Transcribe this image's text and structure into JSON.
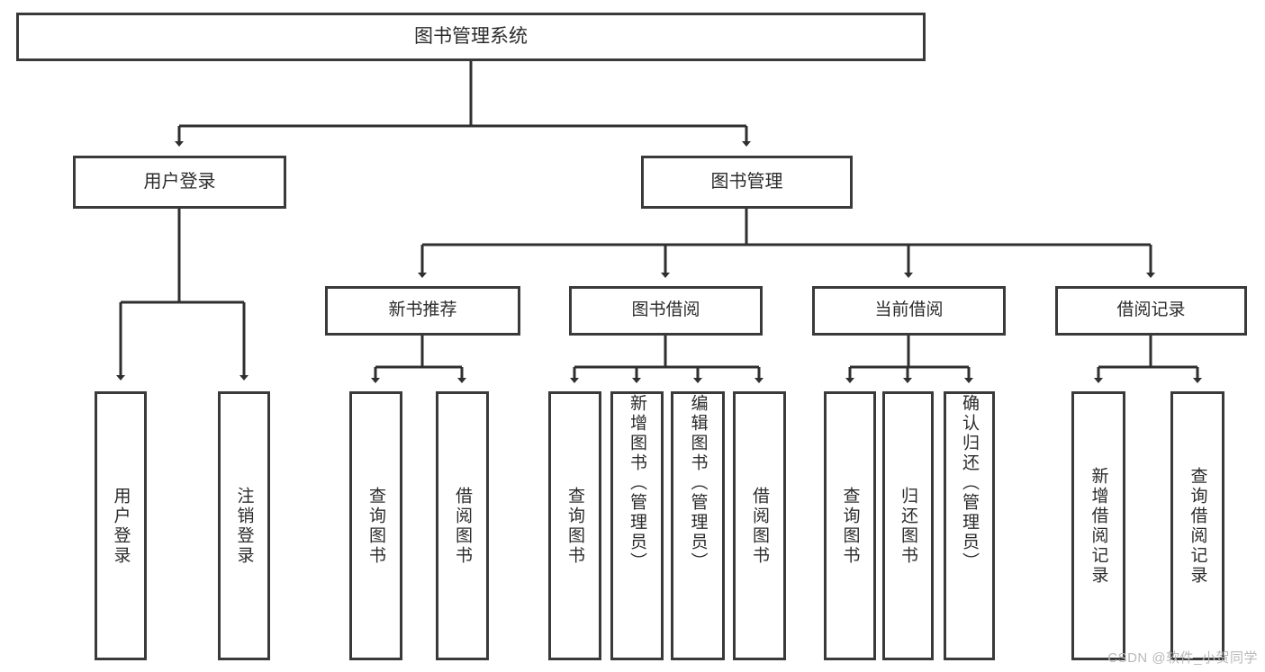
{
  "diagram": {
    "title": "图书管理系统",
    "type": "hierarchy-tree",
    "root": {
      "label": "图书管理系统"
    },
    "level1": [
      {
        "label": "用户登录"
      },
      {
        "label": "图书管理"
      }
    ],
    "level2": [
      {
        "label": "新书推荐",
        "parent": "图书管理"
      },
      {
        "label": "图书借阅",
        "parent": "图书管理"
      },
      {
        "label": "当前借阅",
        "parent": "图书管理"
      },
      {
        "label": "借阅记录",
        "parent": "图书管理"
      }
    ],
    "leaves": [
      {
        "label": "用户登录",
        "parent": "用户登录"
      },
      {
        "label": "注销登录",
        "parent": "用户登录"
      },
      {
        "label": "查询图书",
        "parent": "新书推荐"
      },
      {
        "label": "借阅图书",
        "parent": "新书推荐"
      },
      {
        "label": "查询图书",
        "parent": "图书借阅"
      },
      {
        "label": "新增图书（管理员）",
        "parent": "图书借阅"
      },
      {
        "label": "编辑图书（管理员）",
        "parent": "图书借阅"
      },
      {
        "label": "借阅图书",
        "parent": "图书借阅"
      },
      {
        "label": "查询图书",
        "parent": "当前借阅"
      },
      {
        "label": "归还图书",
        "parent": "当前借阅"
      },
      {
        "label": "确认归还（管理员）",
        "parent": "当前借阅"
      },
      {
        "label": "新增借阅记录",
        "parent": "借阅记录"
      },
      {
        "label": "查询借阅记录",
        "parent": "借阅记录"
      }
    ]
  },
  "watermark": {
    "text": "CSDN @软件_小贺同学"
  },
  "colors": {
    "box_border": "#3a3a3a",
    "box_fill": "#ffffff",
    "connector": "#2f2f2f",
    "text": "#2b2b2b",
    "watermark": "#b9b9b9"
  }
}
